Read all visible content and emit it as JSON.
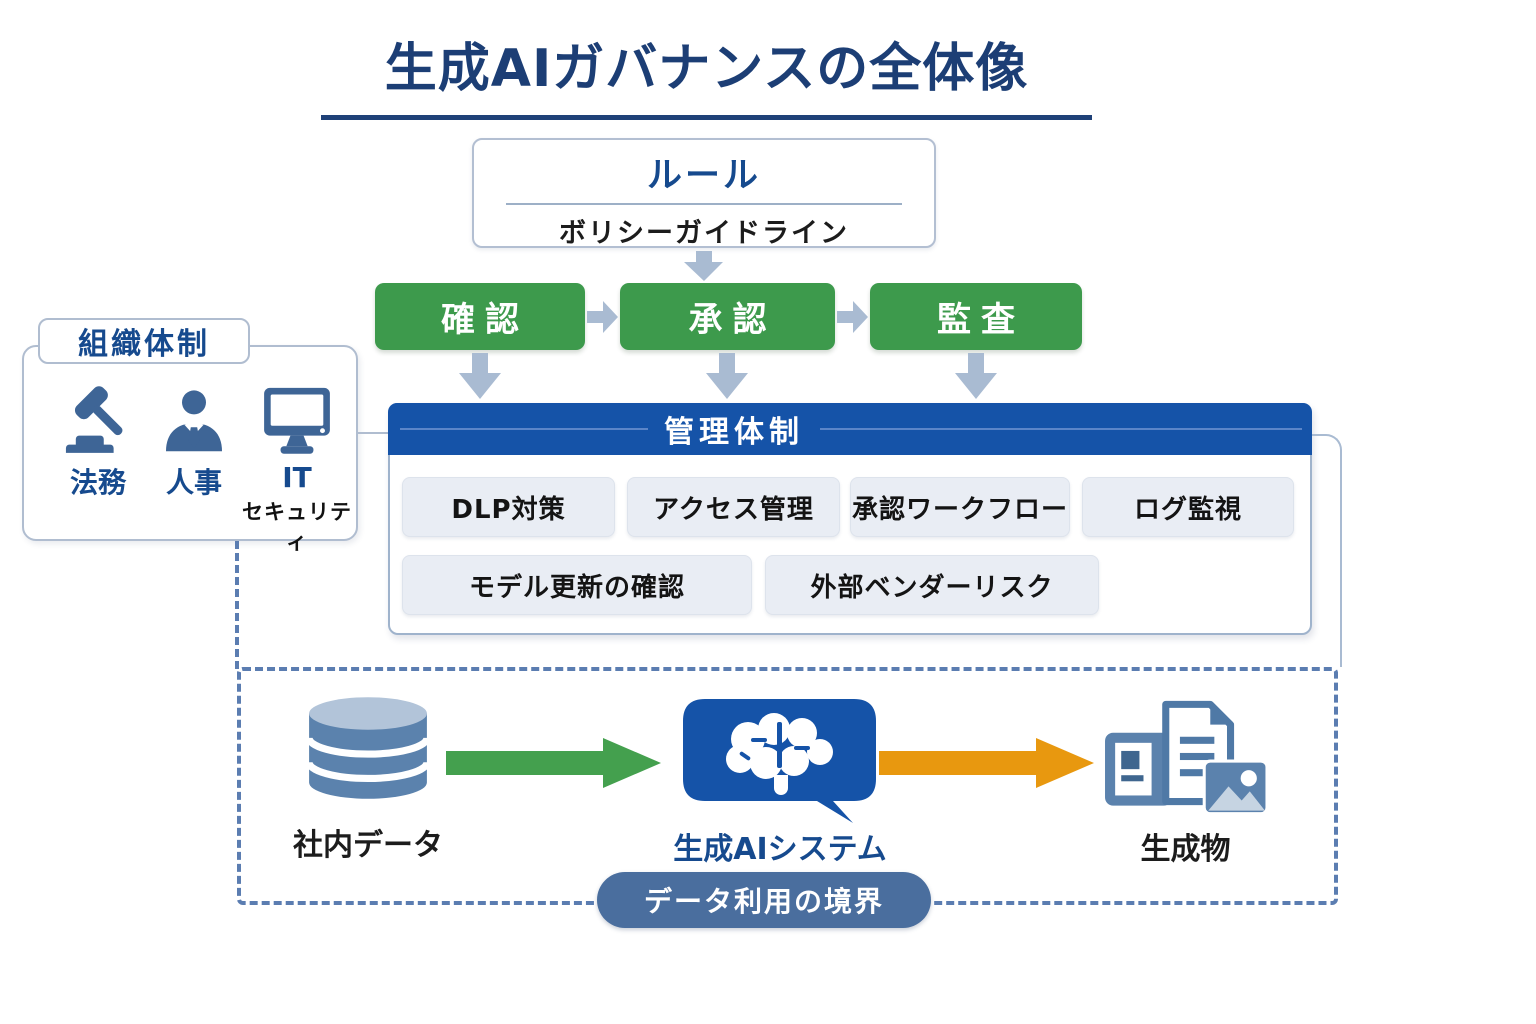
{
  "title": "生成AIガバナンスの全体像",
  "rules": {
    "title": "ルール",
    "subtitle": "ボリシーガイドライン"
  },
  "process": {
    "steps": [
      {
        "label": "確認"
      },
      {
        "label": "承認"
      },
      {
        "label": "監査"
      }
    ]
  },
  "organization": {
    "title": "組織体制",
    "members": [
      {
        "label": "法務",
        "icon": "gavel-icon"
      },
      {
        "label": "人事",
        "icon": "person-icon"
      },
      {
        "label": "IT",
        "sublabel": "セキュリティ",
        "icon": "monitor-icon"
      }
    ]
  },
  "management": {
    "title": "管理体制",
    "controls": [
      {
        "label": "DLP対策"
      },
      {
        "label": "アクセス管理"
      },
      {
        "label": "承認ワークフロー"
      },
      {
        "label": "ログ監視"
      },
      {
        "label": "モデル更新の確認"
      },
      {
        "label": "外部ベンダーリスク"
      }
    ]
  },
  "dataflow": {
    "source": {
      "label": "社内データ",
      "icon": "database-icon"
    },
    "system": {
      "label": "生成AIシステム",
      "icon": "ai-brain-icon"
    },
    "output": {
      "label": "生成物",
      "icon": "generated-documents-icon"
    },
    "boundary_label": "データ利用の境界"
  },
  "colors": {
    "title_navy": "#1c3e75",
    "accent_navy": "#164a8e",
    "step_green": "#3d9a4c",
    "header_blue": "#1553a8",
    "chip_bg": "#e9edf4",
    "arrow_gray": "#a9bbd2",
    "green_arrow": "#44a04e",
    "orange_arrow": "#e8980f",
    "steel_blue": "#5b82ad",
    "pill_blue": "#4a6e9e",
    "dashed_border": "#5b7db1",
    "box_border": "#b0bdd0"
  }
}
